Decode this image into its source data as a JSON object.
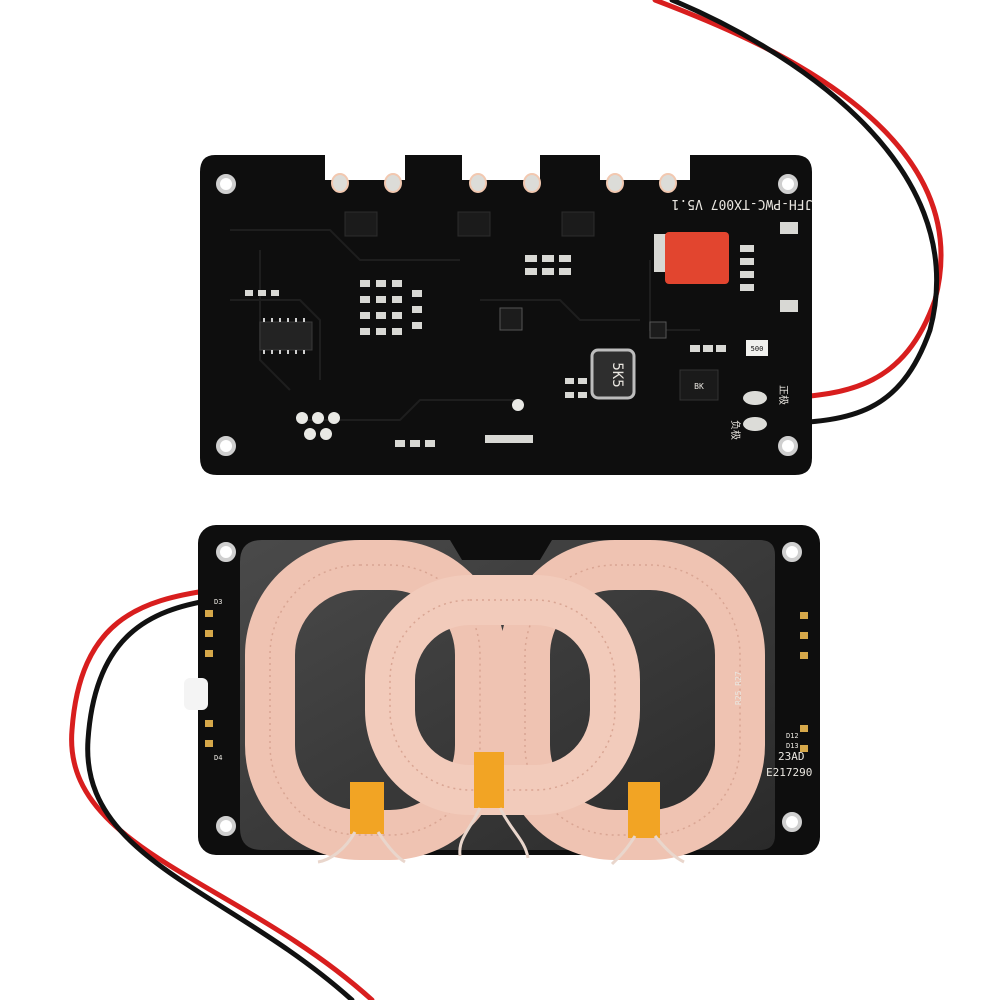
{
  "image": {
    "background": "#ffffff",
    "subjects": [
      "top-pcb-board",
      "coil-board"
    ]
  },
  "top_board": {
    "silkscreen": "JFH-PWC-TX007 V5.1",
    "inductor_marking": "5K5",
    "ic_marking": "BK",
    "polarity_plus": "正极",
    "polarity_minus": "负极",
    "component_small": "500"
  },
  "coil_board": {
    "silkscreen_date": "23AD",
    "silkscreen_code": "E217290",
    "silkscreen_right": "R25 R27",
    "labels_right": [
      "D12",
      "D13"
    ],
    "labels_left": [
      "D3",
      "D4"
    ]
  },
  "colors": {
    "pcb": "#0e0e0e",
    "pcb_trace": "#1a1a1a",
    "pad": "#d8d8d4",
    "copper_coil": "#efc3b2",
    "kapton_tape": "#f2a424",
    "ferrite": "#3c3c3c",
    "wire_red": "#d81e1e",
    "wire_black": "#111111",
    "capacitor": "#e2452f"
  }
}
